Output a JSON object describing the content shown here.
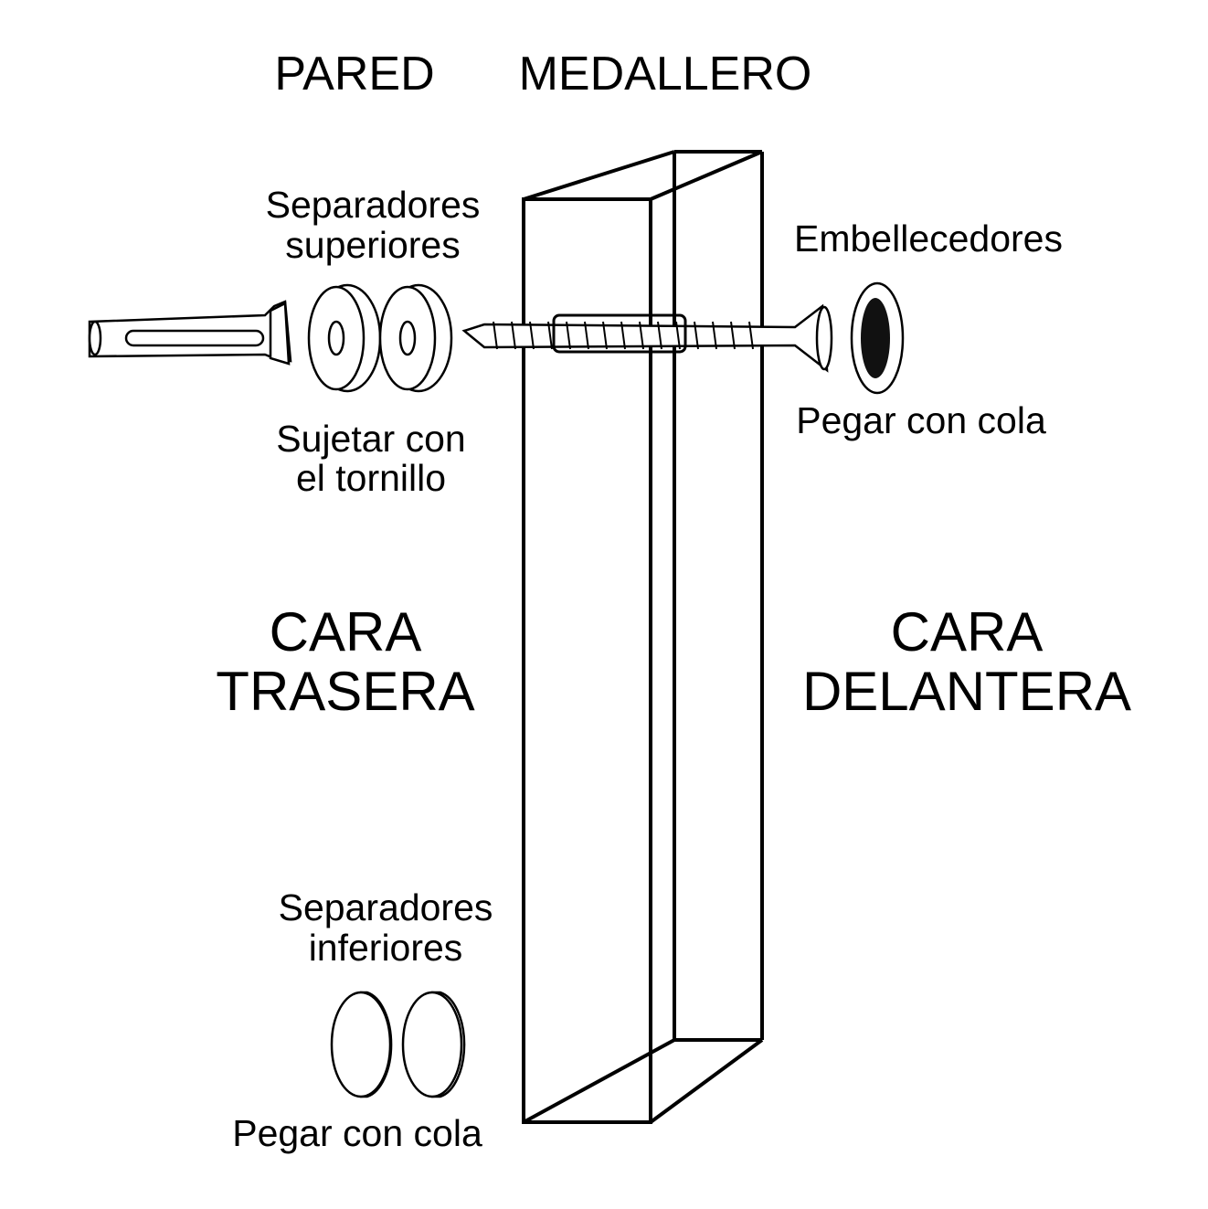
{
  "titles": {
    "wall": "PARED",
    "board": "MEDALLERO"
  },
  "labels": {
    "top_spacers": [
      "Separadores",
      "superiores"
    ],
    "trim_caps": "Embellecedores",
    "fasten": [
      "Sujetar con",
      "el tornillo"
    ],
    "glue_right": "Pegar con cola",
    "back_face": [
      "CARA",
      "TRASERA"
    ],
    "front_face": [
      "CARA",
      "DELANTERA"
    ],
    "bottom_spacers": [
      "Separadores",
      "inferiores"
    ],
    "glue_bottom": "Pegar con cola"
  }
}
